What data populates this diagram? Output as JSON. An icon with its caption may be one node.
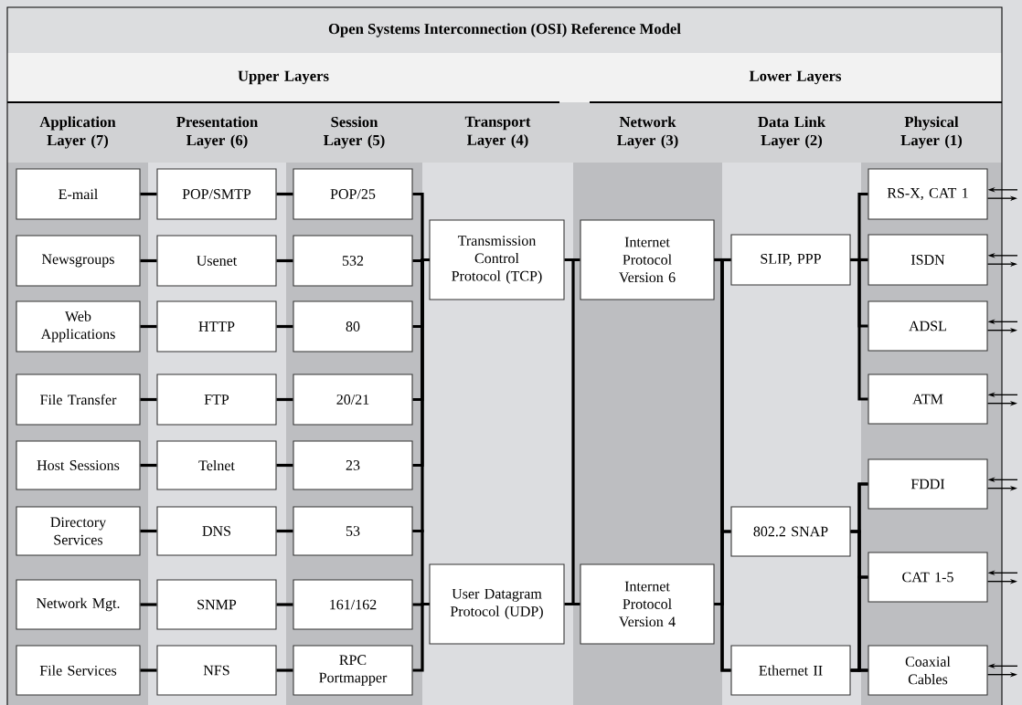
{
  "diagram": {
    "title": "Open Systems Interconnection (OSI) Reference Model",
    "nodes": [
      {
        "text": [
          "E-mail"
        ]
      },
      {
        "text": [
          "Newsgroups"
        ]
      },
      {
        "text": [
          "Web Applications"
        ]
      },
      {
        "text": [
          "File Transfer"
        ]
      },
      {
        "text": [
          "Host Sessions"
        ]
      },
      {
        "text": [
          "Directory Services"
        ]
      },
      {
        "text": [
          "Network Mgt."
        ]
      },
      {
        "text": [
          "File Services"
        ]
      },
      {
        "text": [
          "POP/SMTP"
        ]
      },
      {
        "text": [
          "Usenet"
        ]
      },
      {
        "text": [
          "HTTP"
        ]
      },
      {
        "text": [
          "FTP"
        ]
      },
      {
        "text": [
          "Telnet"
        ]
      },
      {
        "text": [
          "DNS"
        ]
      },
      {
        "text": [
          "SNMP"
        ]
      },
      {
        "text": [
          "NFS"
        ]
      },
      {
        "text": [
          "POP/25"
        ]
      },
      {
        "text": [
          "532"
        ]
      },
      {
        "text": [
          "80"
        ]
      },
      {
        "text": [
          "20/21"
        ]
      },
      {
        "text": [
          "23"
        ]
      },
      {
        "text": [
          "53"
        ]
      },
      {
        "text": [
          "161/162"
        ]
      },
      {
        "text": [
          "RPC Portmapper"
        ]
      },
      {
        "text": [
          "Transmission Control Protocol (TCP)"
        ]
      },
      {
        "text": [
          "User Datagram Protocol (UDP)"
        ]
      },
      {
        "text": [
          "Internet Protocol Version 6"
        ]
      },
      {
        "text": [
          "Internet Protocol Version 4"
        ]
      },
      {
        "text": [
          "SLIP, PPP"
        ]
      },
      {
        "text": [
          "802.2 SNAP"
        ]
      },
      {
        "text": [
          "Ethernet II"
        ]
      },
      {
        "text": [
          "RS-X, CAT 1"
        ]
      },
      {
        "text": [
          "ISDN"
        ]
      },
      {
        "text": [
          "ADSL"
        ]
      },
      {
        "text": [
          "ATM"
        ]
      },
      {
        "text": [
          "FDDI"
        ]
      },
      {
        "text": [
          "CAT 1-5"
        ]
      },
      {
        "text": [
          "Coaxial Cables"
        ]
      }
    ],
    "edges": [
      {
        "from": 0,
        "to": 8,
        "arrow": "none"
      },
      {
        "from": 1,
        "to": 9,
        "arrow": "none"
      },
      {
        "from": 2,
        "to": 10,
        "arrow": "none"
      },
      {
        "from": 3,
        "to": 11,
        "arrow": "none"
      },
      {
        "from": 4,
        "to": 12,
        "arrow": "none"
      },
      {
        "from": 5,
        "to": 13,
        "arrow": "none"
      },
      {
        "from": 6,
        "to": 14,
        "arrow": "none"
      },
      {
        "from": 7,
        "to": 15,
        "arrow": "none"
      },
      {
        "from": 8,
        "to": 16,
        "arrow": "none"
      },
      {
        "from": 9,
        "to": 17,
        "arrow": "none"
      },
      {
        "from": 10,
        "to": 18,
        "arrow": "none"
      },
      {
        "from": 11,
        "to": 19,
        "arrow": "none"
      },
      {
        "from": 12,
        "to": 20,
        "arrow": "none"
      },
      {
        "from": 13,
        "to": 21,
        "arrow": "none"
      },
      {
        "from": 14,
        "to": 22,
        "arrow": "none"
      },
      {
        "from": 15,
        "to": 23,
        "arrow": "none"
      },
      {
        "from": 16,
        "to": 24,
        "arrow": "none"
      },
      {
        "from": 17,
        "to": 24,
        "arrow": "none"
      },
      {
        "from": 18,
        "to": 24,
        "arrow": "none"
      },
      {
        "from": 19,
        "to": 24,
        "arrow": "none"
      },
      {
        "from": 20,
        "to": 24,
        "arrow": "none"
      },
      {
        "from": 21,
        "to": 24,
        "arrow": "none"
      },
      {
        "from": 21,
        "to": 25,
        "arrow": "none"
      },
      {
        "from": 22,
        "to": 25,
        "arrow": "none"
      },
      {
        "from": 23,
        "to": 25,
        "arrow": "none"
      },
      {
        "from": 24,
        "to": 26,
        "arrow": "none"
      },
      {
        "from": 24,
        "to": 27,
        "arrow": "none"
      },
      {
        "from": 25,
        "to": 26,
        "arrow": "none"
      },
      {
        "from": 25,
        "to": 27,
        "arrow": "none"
      },
      {
        "from": 26,
        "to": 28,
        "arrow": "none"
      },
      {
        "from": 26,
        "to": 29,
        "arrow": "none"
      },
      {
        "from": 26,
        "to": 30,
        "arrow": "none"
      },
      {
        "from": 27,
        "to": 28,
        "arrow": "none"
      },
      {
        "from": 27,
        "to": 29,
        "arrow": "none"
      },
      {
        "from": 27,
        "to": 30,
        "arrow": "none"
      },
      {
        "from": 28,
        "to": 31,
        "arrow": "none"
      },
      {
        "from": 28,
        "to": 32,
        "arrow": "none"
      },
      {
        "from": 28,
        "to": 33,
        "arrow": "none"
      },
      {
        "from": 28,
        "to": 34,
        "arrow": "none"
      },
      {
        "from": 29,
        "to": 35,
        "arrow": "none"
      },
      {
        "from": 29,
        "to": 36,
        "arrow": "none"
      },
      {
        "from": 29,
        "to": 37,
        "arrow": "none"
      },
      {
        "from": 30,
        "to": 35,
        "arrow": "none"
      },
      {
        "from": 30,
        "to": 36,
        "arrow": "none"
      },
      {
        "from": 30,
        "to": 37,
        "arrow": "none"
      },
      {
        "from": null,
        "to": 31,
        "arrow": "to"
      },
      {
        "from": 31,
        "to": null,
        "arrow": "to"
      },
      {
        "from": null,
        "to": 32,
        "arrow": "to"
      },
      {
        "from": 32,
        "to": null,
        "arrow": "to"
      },
      {
        "from": null,
        "to": 33,
        "arrow": "to"
      },
      {
        "from": 33,
        "to": null,
        "arrow": "to"
      },
      {
        "from": null,
        "to": 34,
        "arrow": "to"
      },
      {
        "from": 34,
        "to": null,
        "arrow": "to"
      },
      {
        "from": null,
        "to": 35,
        "arrow": "to"
      },
      {
        "from": 35,
        "to": null,
        "arrow": "to"
      },
      {
        "from": null,
        "to": 36,
        "arrow": "to"
      },
      {
        "from": 36,
        "to": null,
        "arrow": "to"
      },
      {
        "from": null,
        "to": 37,
        "arrow": "to"
      },
      {
        "from": 37,
        "to": null,
        "arrow": "to"
      }
    ],
    "labels": [
      "Upper Layers",
      "Lower Layers",
      "Application Layer (7)",
      "Presentation Layer (6)",
      "Session Layer (5)",
      "Transport Layer (4)",
      "Network Layer (3)",
      "Data Link Layer (2)",
      "Physical Layer (1)"
    ]
  }
}
